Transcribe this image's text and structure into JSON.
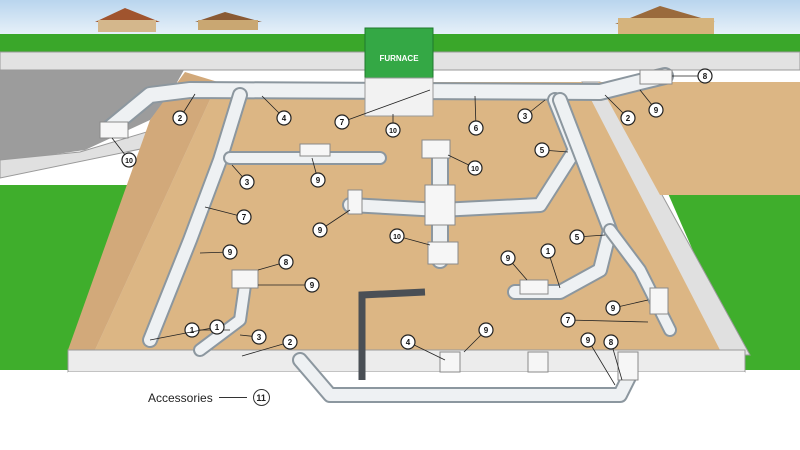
{
  "furnace_label": "FURNACE",
  "legend": {
    "text": "Accessories",
    "number": "11"
  },
  "callouts": [
    {
      "n": "1"
    },
    {
      "n": "1"
    },
    {
      "n": "1"
    },
    {
      "n": "2"
    },
    {
      "n": "2"
    },
    {
      "n": "2"
    },
    {
      "n": "3"
    },
    {
      "n": "3"
    },
    {
      "n": "3"
    },
    {
      "n": "4"
    },
    {
      "n": "4"
    },
    {
      "n": "5"
    },
    {
      "n": "5"
    },
    {
      "n": "6"
    },
    {
      "n": "7"
    },
    {
      "n": "7"
    },
    {
      "n": "7"
    },
    {
      "n": "8"
    },
    {
      "n": "8"
    },
    {
      "n": "8"
    },
    {
      "n": "9"
    },
    {
      "n": "9"
    },
    {
      "n": "9"
    },
    {
      "n": "9"
    },
    {
      "n": "9"
    },
    {
      "n": "9"
    },
    {
      "n": "9"
    },
    {
      "n": "9"
    },
    {
      "n": "9"
    },
    {
      "n": "10"
    },
    {
      "n": "10"
    },
    {
      "n": "10"
    },
    {
      "n": "10"
    }
  ],
  "colors": {
    "sky": "#cfe3f3",
    "grass": "#3fae2c",
    "dirt": "#dcb684",
    "wall": "#e6e6e6",
    "duct": "#e9edf0",
    "furnace": "#34a845"
  }
}
